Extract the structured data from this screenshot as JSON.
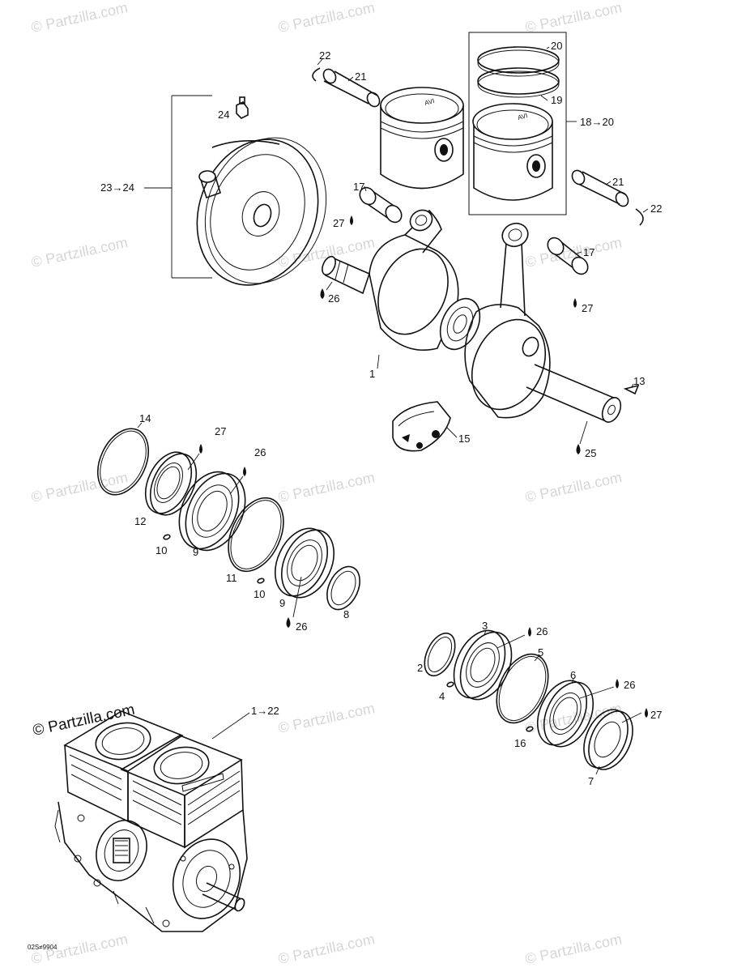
{
  "watermark": {
    "text": "© Partzilla.com",
    "foreground_text": "© Partzilla.com"
  },
  "diagram_code": "02S≠9904",
  "callouts": {
    "c1": "1",
    "c1_22": "1→22",
    "c2": "2",
    "c3": "3",
    "c4": "4",
    "c5": "5",
    "c6": "6",
    "c7": "7",
    "c8": "8",
    "c9a": "9",
    "c9b": "9",
    "c10a": "10",
    "c10b": "10",
    "c11": "11",
    "c12": "12",
    "c13": "13",
    "c14": "14",
    "c15": "15",
    "c16": "16",
    "c17a": "17",
    "c17b": "17",
    "c18_20": "18→20",
    "c19": "19",
    "c20": "20",
    "c21a": "21",
    "c21b": "21",
    "c22a": "22",
    "c22b": "22",
    "c23_24": "23→24",
    "c24": "24",
    "c25": "25",
    "c26a": "26",
    "c26b": "26",
    "c26c": "26",
    "c26d": "26",
    "c26e": "26",
    "c27a": "27",
    "c27b": "27",
    "c27c": "27",
    "c27d": "27"
  },
  "piston_marking": "AVI"
}
